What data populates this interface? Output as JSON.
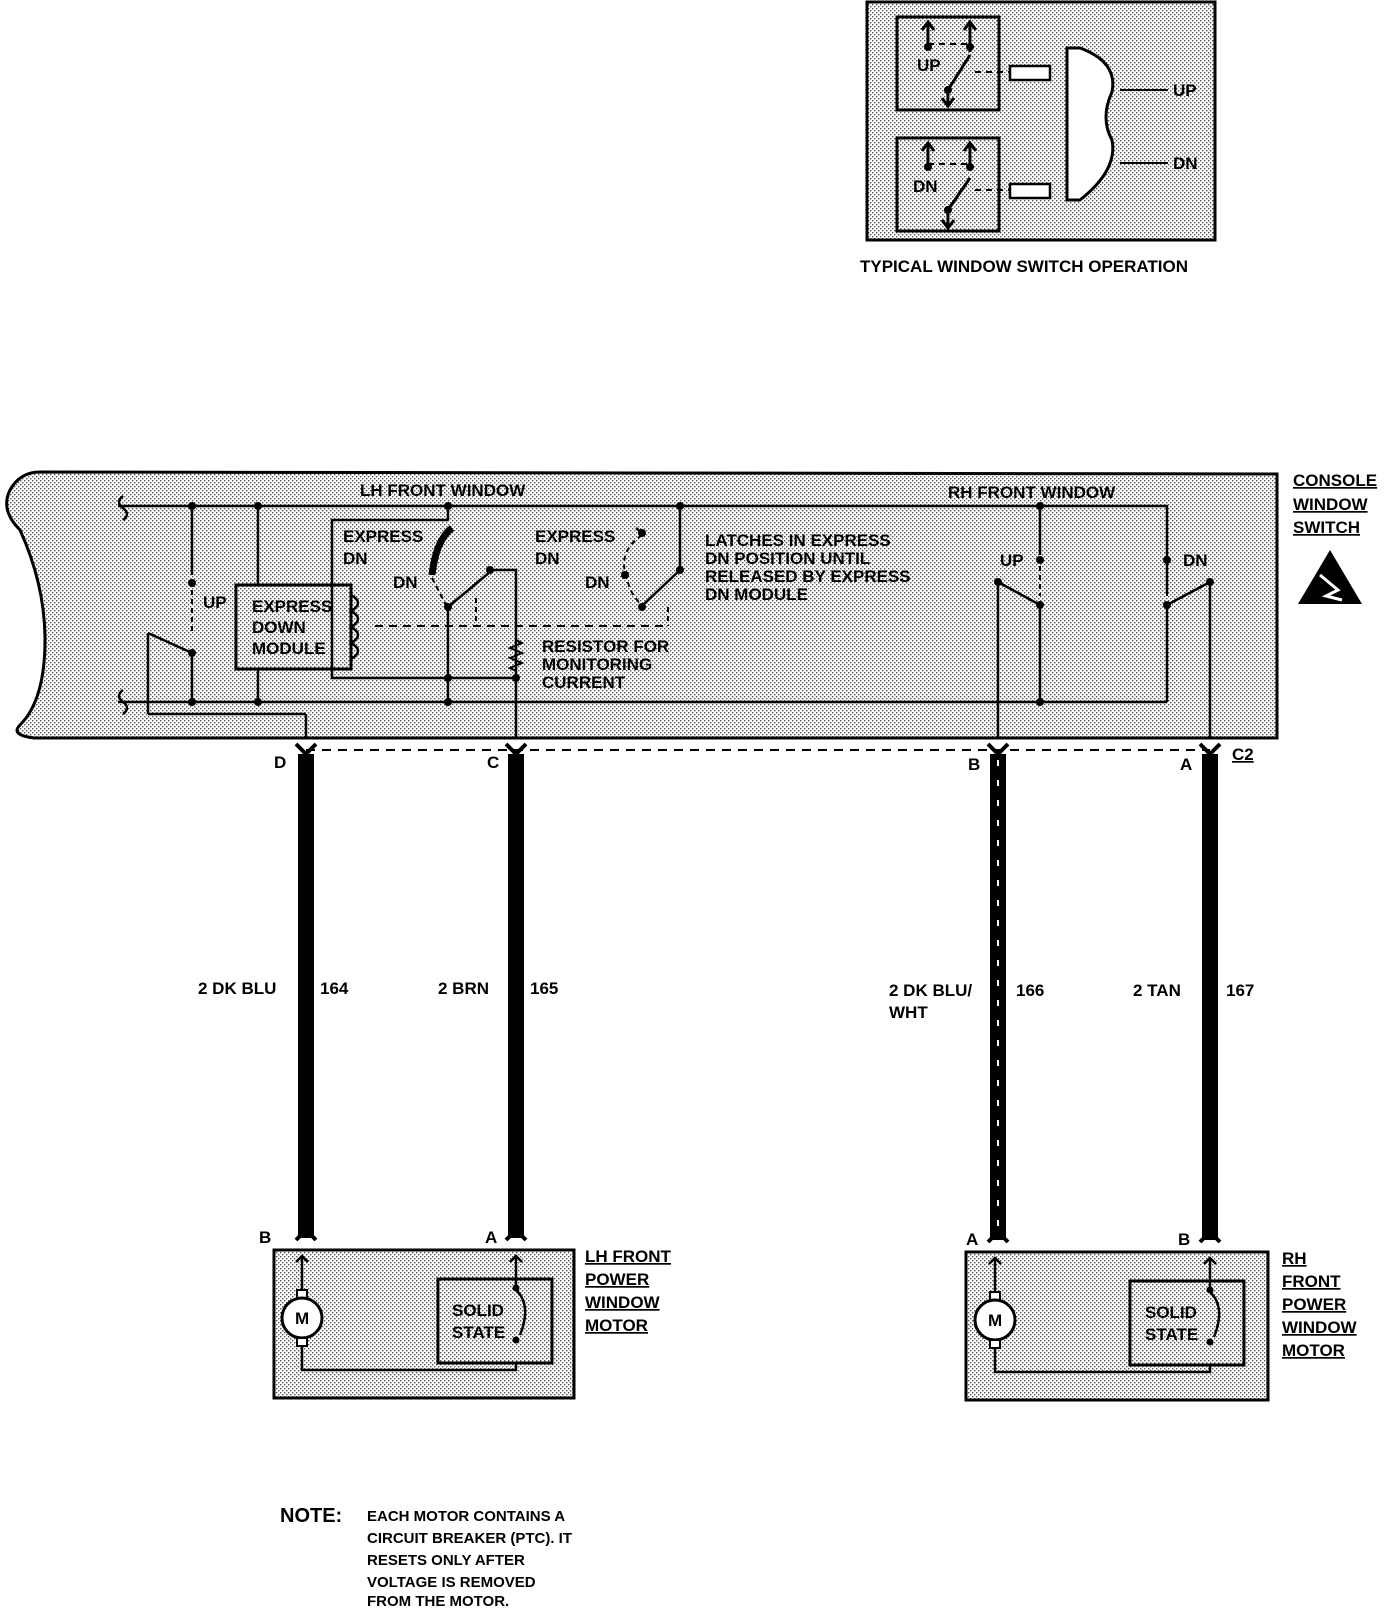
{
  "typical": {
    "caption": "TYPICAL WINDOW SWITCH OPERATION",
    "up_switch_label": "UP",
    "dn_switch_label": "DN",
    "up_output": "UP",
    "dn_output": "DN"
  },
  "console": {
    "title_lines": [
      "CONSOLE",
      "WINDOW",
      "SWITCH"
    ],
    "lh_title": "LH FRONT WINDOW",
    "rh_title": "RH FRONT WINDOW",
    "lh_up": "UP",
    "module_lines": [
      "EXPRESS",
      "DOWN",
      "MODULE"
    ],
    "express1_lines": [
      "EXPRESS",
      "DN"
    ],
    "express1_dn": "DN",
    "express2_lines": [
      "EXPRESS",
      "DN"
    ],
    "express2_dn": "DN",
    "latch_note": [
      "LATCHES IN EXPRESS",
      "DN POSITION UNTIL",
      "RELEASED BY EXPRESS",
      "DN MODULE"
    ],
    "resistor_note": [
      "RESISTOR FOR",
      "MONITORING",
      "CURRENT"
    ],
    "rh_up": "UP",
    "rh_dn": "DN",
    "connector": "C2",
    "pins": [
      "D",
      "C",
      "B",
      "A"
    ]
  },
  "wires": [
    {
      "color_label": [
        "2 DK BLU"
      ],
      "circuit": "164"
    },
    {
      "color_label": [
        "2 BRN"
      ],
      "circuit": "165"
    },
    {
      "color_label": [
        "2 DK BLU/",
        "WHT"
      ],
      "circuit": "166"
    },
    {
      "color_label": [
        "2 TAN"
      ],
      "circuit": "167"
    }
  ],
  "lh_motor": {
    "title_lines": [
      "LH FRONT",
      "POWER",
      "WINDOW",
      "MOTOR"
    ],
    "pin_left": "B",
    "pin_right": "A",
    "motor_symbol": "M",
    "solid_state_lines": [
      "SOLID",
      "STATE"
    ]
  },
  "rh_motor": {
    "title_lines": [
      "RH",
      "FRONT",
      "POWER",
      "WINDOW",
      "MOTOR"
    ],
    "pin_left": "A",
    "pin_right": "B",
    "motor_symbol": "M",
    "solid_state_lines": [
      "SOLID",
      "STATE"
    ]
  },
  "note": {
    "head": "NOTE:",
    "lines": [
      "EACH MOTOR CONTAINS A",
      "CIRCUIT BREAKER (PTC). IT",
      "RESETS ONLY AFTER",
      "VOLTAGE IS REMOVED",
      "FROM THE MOTOR."
    ]
  },
  "icons": {
    "esd": "esd-warning-icon",
    "motor": "motor-icon"
  }
}
